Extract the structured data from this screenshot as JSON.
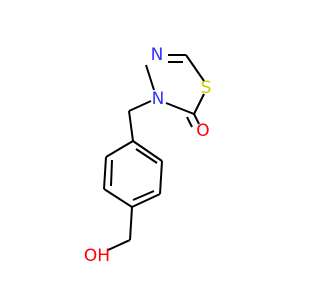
{
  "molecule": {
    "atoms": {
      "n_top": {
        "symbol": "N"
      },
      "n_ring": {
        "symbol": "N"
      },
      "s": {
        "symbol": "S"
      },
      "o_carbonyl": {
        "symbol": "O"
      },
      "oh": {
        "symbol": "OH"
      }
    },
    "colors": {
      "bond": "#000000",
      "nitrogen": "#3333ff",
      "sulfur": "#cccc00",
      "oxygen": "#ff0000"
    }
  }
}
